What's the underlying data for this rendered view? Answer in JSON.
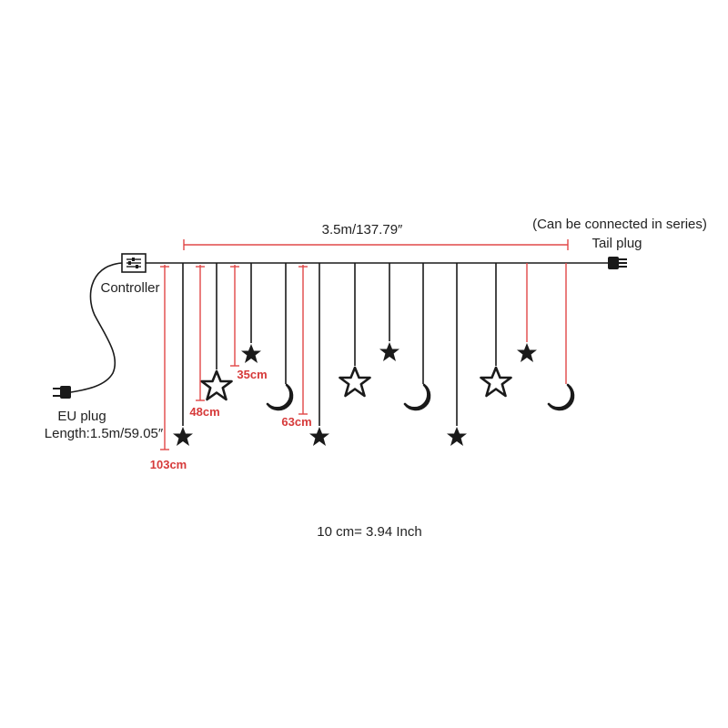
{
  "total_length_label": "3.5m/137.79″",
  "series_note": "(Can be connected in series)",
  "tail_plug_label": "Tail plug",
  "controller_label": "Controller",
  "eu_plug_label": "EU plug",
  "cord_length_label": "Length:1.5m/59.05″",
  "drop_labels": [
    "35cm",
    "48cm",
    "63cm",
    "103cm"
  ],
  "scale_note": "10 cm= 3.94 Inch",
  "icons": [
    "plug-icon",
    "controller-icon",
    "tail-plug-icon",
    "star-icon",
    "moon-icon"
  ],
  "colors": {
    "wire": "#1a1a1a",
    "dimension": "#e04848",
    "text": "#222222"
  }
}
